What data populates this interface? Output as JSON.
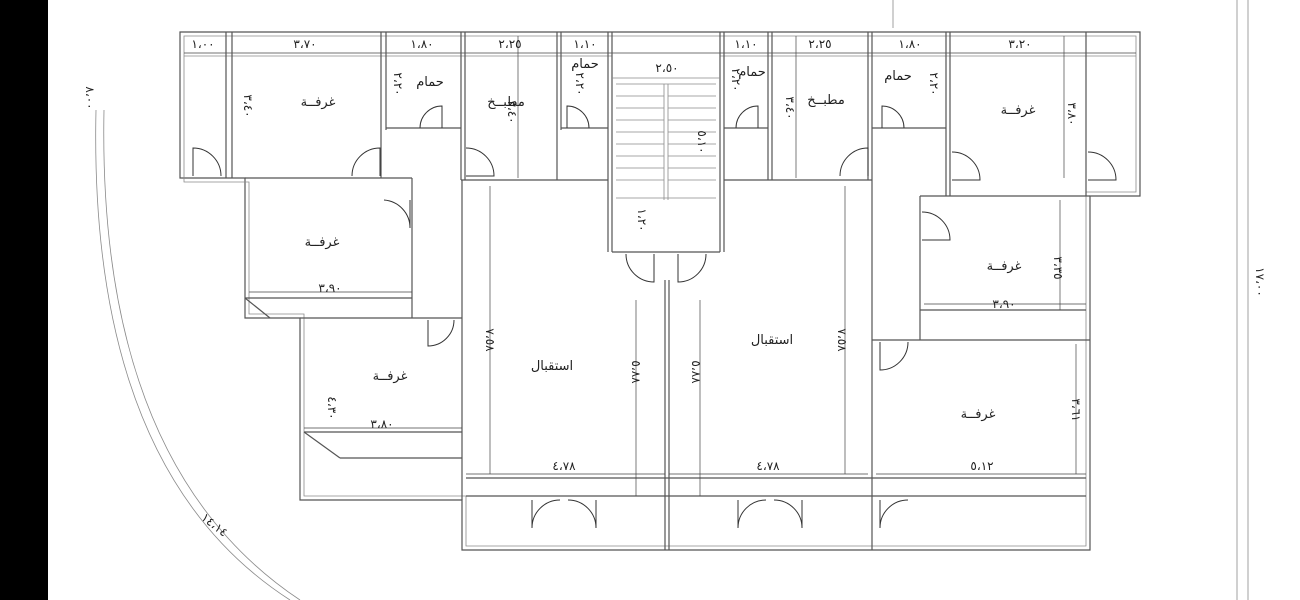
{
  "rooms": [
    {
      "id": "r1",
      "label": "غرفــة"
    },
    {
      "id": "r2",
      "label": "غرفــة"
    },
    {
      "id": "r3",
      "label": "غرفــة"
    },
    {
      "id": "r4",
      "label": "غرفــة"
    },
    {
      "id": "r5",
      "label": "غرفــة"
    },
    {
      "id": "r6",
      "label": "غرفــة"
    },
    {
      "id": "bath1",
      "label": "حمام"
    },
    {
      "id": "bath2",
      "label": "حمام"
    },
    {
      "id": "bath3",
      "label": "حمام"
    },
    {
      "id": "bath4",
      "label": "حمام"
    },
    {
      "id": "kit1",
      "label": "مطبــخ"
    },
    {
      "id": "kit2",
      "label": "مطبــخ"
    },
    {
      "id": "rec1",
      "label": "استقبال"
    },
    {
      "id": "rec2",
      "label": "استقبال"
    }
  ],
  "dimensions": {
    "top": [
      "١،٠٠",
      "٣،٧٠",
      "١،٨٠",
      "٢،٢٥",
      "١،١٠",
      "٢،٥٠",
      "١،١٠",
      "٢،٢٥",
      "١،٨٠",
      "٣،٢٠"
    ],
    "room_left_2": "٣،٩٠",
    "room_left_3": "٣،٨٠",
    "room_left_3_h": "٤،٣٠",
    "room_right_2": "٣،٩٠",
    "room_right_2_h": "٣،٣٥",
    "room_right_3": "٥،١٢",
    "room_right_3_h": "٣،٦١",
    "room_right_1_h": "٣،٨٠",
    "room_left_1_h": "٣،٤٠",
    "bath_h_left": "٢،٢٠",
    "bath_h_left_b": "٢،٢٠",
    "bath_h_right": "٢،٢٠",
    "bath_h_right_b": "٢،٢٠",
    "kit_h_left": "٣،٤٠",
    "kit_h_right": "٣،٤٠",
    "stair_h": "٥،١٠",
    "stair_gap": "١،٢٠",
    "reception_w_left": "٤،٧٨",
    "reception_w_right": "٤،٧٨",
    "reception_h_left": "٧،٥٨",
    "reception_h_right": "٧،٥٨",
    "reception_inner_left": "٥،٨٨",
    "reception_inner_right": "٥،٨٨",
    "site_left": "٨،٠٠",
    "site_right": "١٧،٠٠",
    "site_curve": "١٤،١٤"
  }
}
